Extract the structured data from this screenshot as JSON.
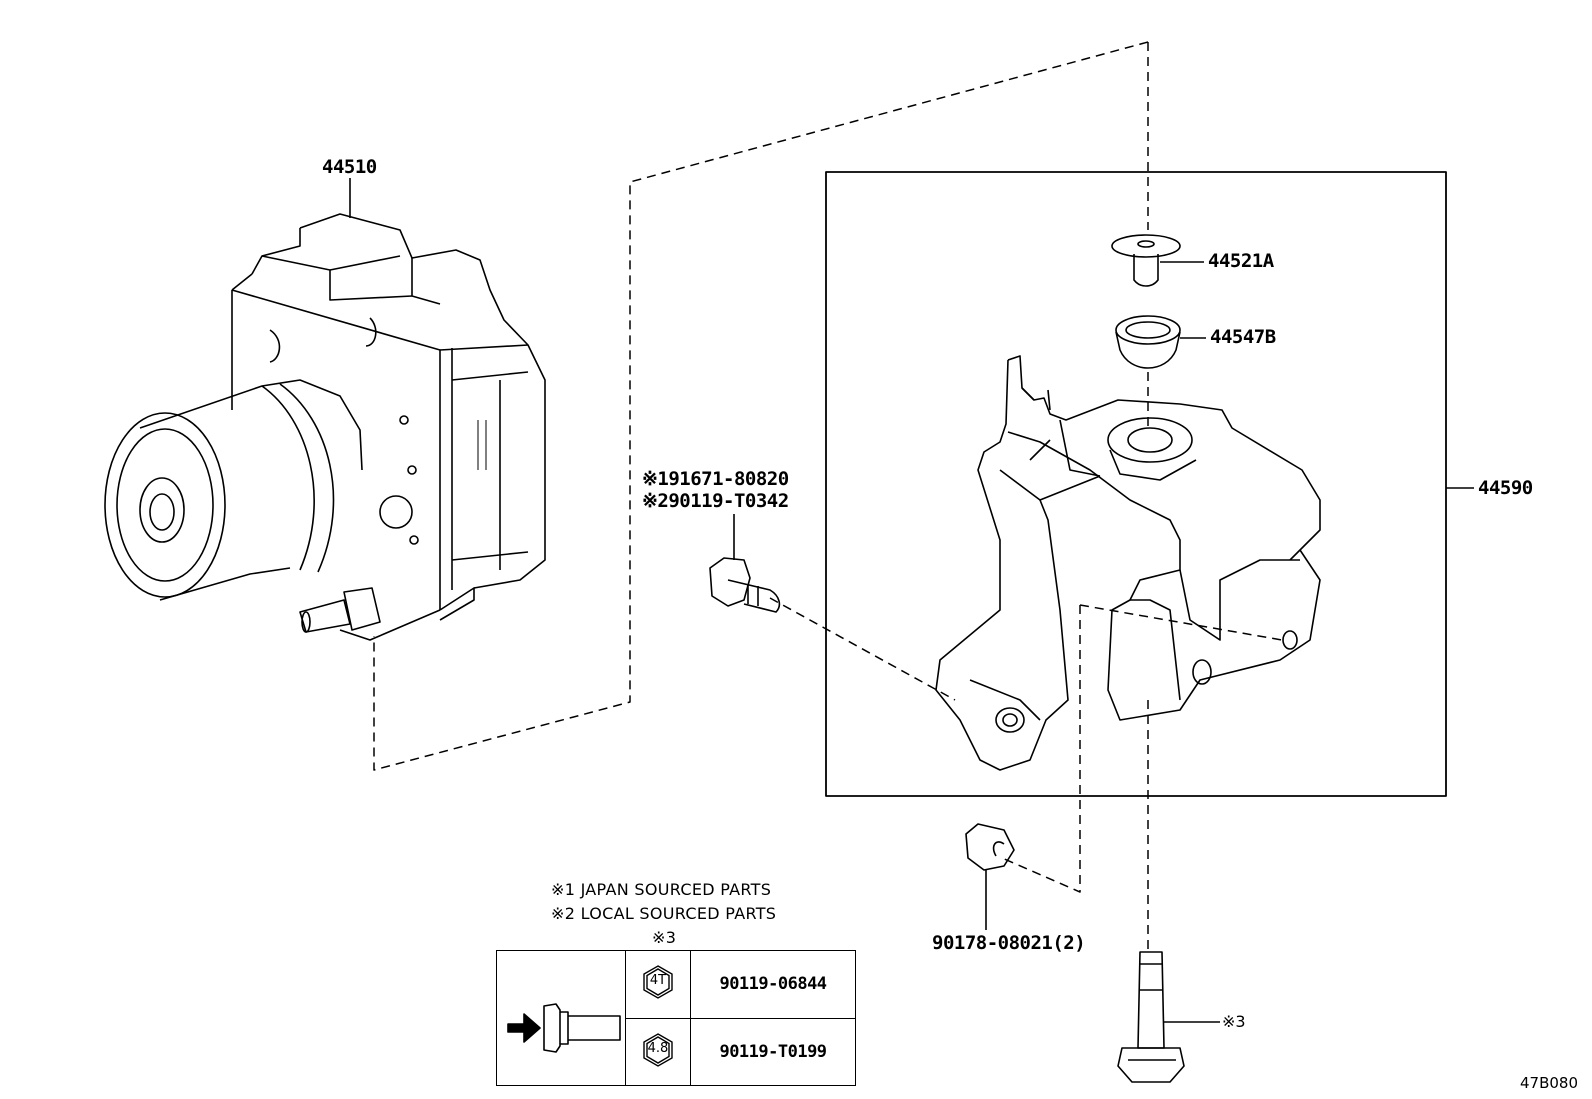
{
  "parts": {
    "actuator": "44510",
    "bracket_assy": "44590",
    "cap": "44521A",
    "cushion": "44547B",
    "nut": "90178-08021(2)",
    "bolt_japan": "※191671-80820",
    "bolt_local": "※290119-T0342",
    "bolt_ref": "※3"
  },
  "notes": {
    "japan": "※1 JAPAN SOURCED PARTS",
    "local": "※2 LOCAL SOURCED PARTS",
    "ref": "※3"
  },
  "legend": {
    "rows": [
      {
        "grade": "4T",
        "part": "90119-06844"
      },
      {
        "grade": "4.8",
        "part": "90119-T0199"
      }
    ]
  },
  "drawing_code": "47B080"
}
